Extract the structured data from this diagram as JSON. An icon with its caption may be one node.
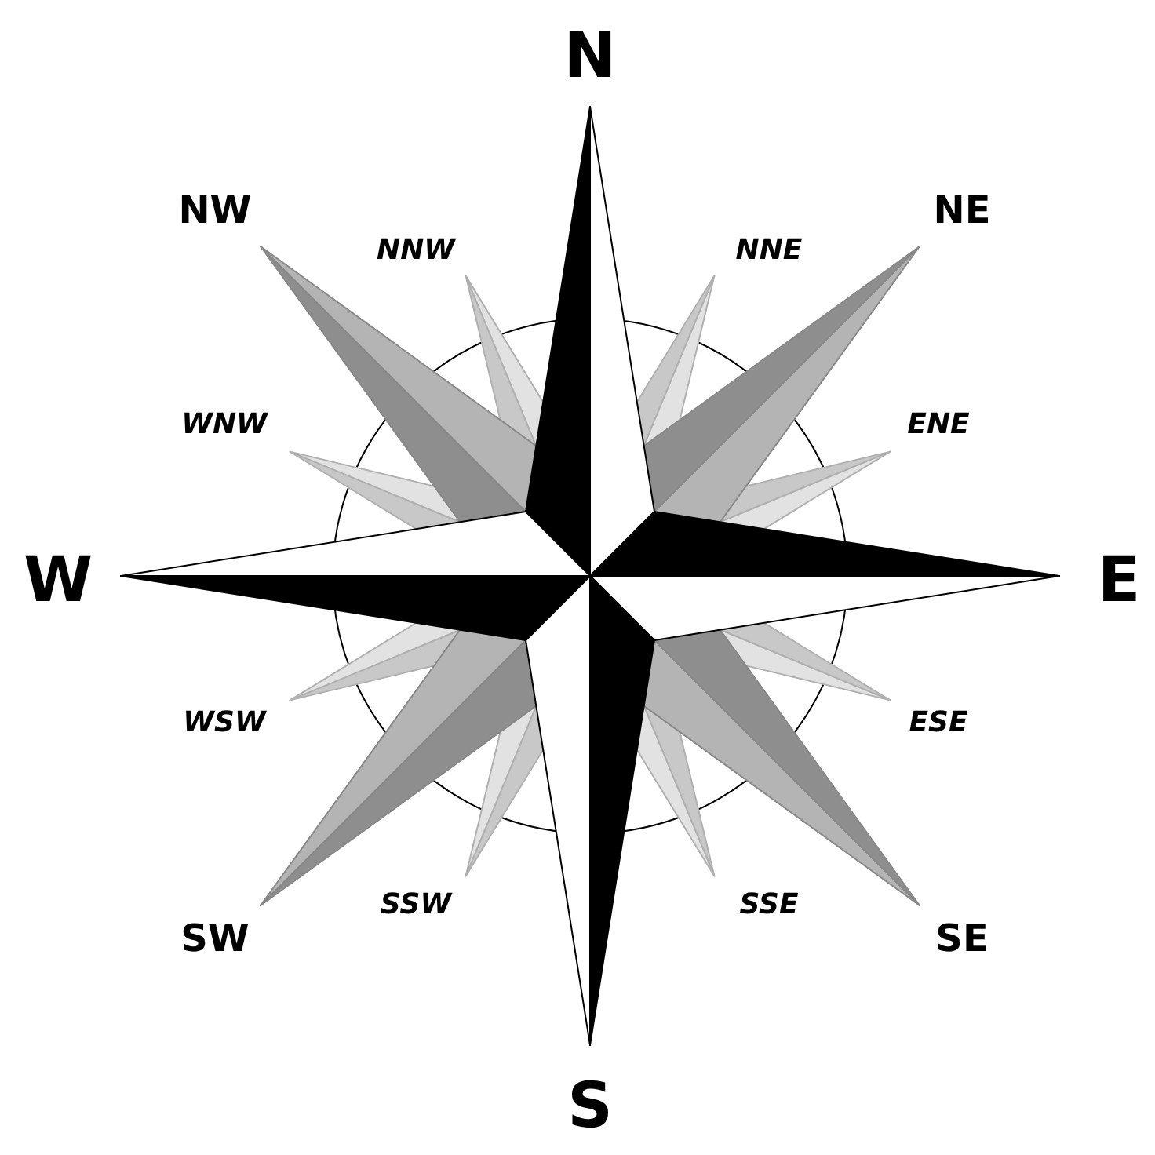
{
  "diagram": {
    "labels": [
      "N",
      "NW",
      "NNW",
      "NNE",
      "NE",
      "WNW",
      "ENE",
      "W",
      "E",
      "WSW",
      "ESE",
      "SW",
      "SSW",
      "SSE",
      "SE",
      "S"
    ]
  }
}
